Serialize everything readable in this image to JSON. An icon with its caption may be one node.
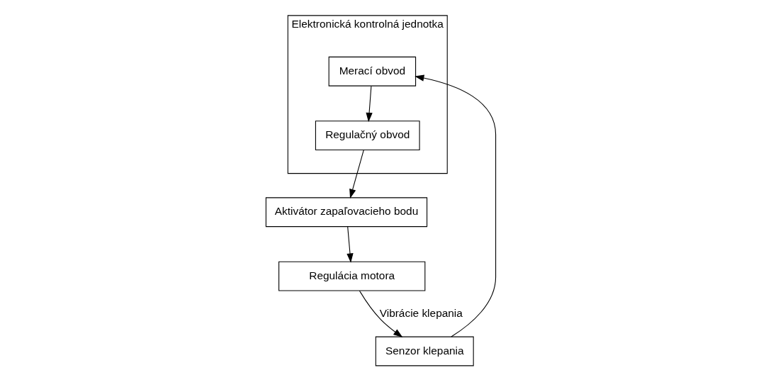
{
  "diagram": {
    "nodes": [
      {
        "text": [
          "Regulácia motora"
        ]
      },
      {
        "text": [
          "Senzor klepania"
        ]
      },
      {
        "text": [
          "Elektronická kontrolná jednotka"
        ]
      },
      {
        "text": [
          "Merací obvod"
        ],
        "in": 2
      },
      {
        "text": [
          "Regulačný obvod"
        ],
        "in": 2
      },
      {
        "text": [
          "Aktivátor zapaľovacieho bodu"
        ]
      }
    ],
    "edges": [
      {
        "from": 0,
        "to": 1,
        "arrow": "to",
        "label": "Vibrácie klepania"
      },
      {
        "from": 1,
        "to": 3,
        "arrow": "to"
      },
      {
        "from": 3,
        "to": 4,
        "arrow": "to"
      },
      {
        "from": 4,
        "to": 5,
        "arrow": "to"
      },
      {
        "from": 5,
        "to": 0,
        "arrow": "to"
      }
    ]
  }
}
